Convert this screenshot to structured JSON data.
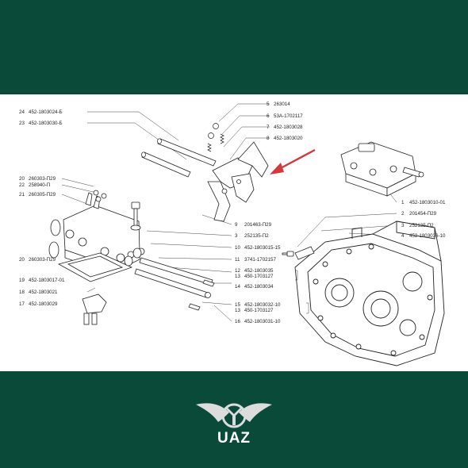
{
  "brand": {
    "name": "UAZ"
  },
  "colors": {
    "band": "#0a4a39",
    "panel": "#ffffff",
    "arrow": "#d6373a",
    "ink": "#222222"
  },
  "parts_left": [
    {
      "num": "24",
      "code": "452-1803024-Б"
    },
    {
      "num": "23",
      "code": "452-1803030-Б"
    },
    {
      "num": "20",
      "code": "260303-П29"
    },
    {
      "num": "22",
      "code": "258940-П"
    },
    {
      "num": "21",
      "code": "260305-П29"
    },
    {
      "num": "20",
      "code": "260303-П29"
    },
    {
      "num": "19",
      "code": "452-1803017-01"
    },
    {
      "num": "18",
      "code": "452-1803021"
    },
    {
      "num": "17",
      "code": "452-1803029"
    }
  ],
  "parts_center": [
    {
      "num": "5",
      "code": "263014"
    },
    {
      "num": "6",
      "code": "53А-1702117"
    },
    {
      "num": "7",
      "code": "452-1803028"
    },
    {
      "num": "8",
      "code": "452-1803020"
    },
    {
      "num": "9",
      "code": "201463-П29"
    },
    {
      "num": "3",
      "code": "252135-П2"
    },
    {
      "num": "10",
      "code": "452-1803015-15"
    },
    {
      "num": "11",
      "code": "3741-1702157"
    },
    {
      "num": "12",
      "code": "452-1803035"
    },
    {
      "num": "13",
      "code": "450-1703127"
    },
    {
      "num": "14",
      "code": "452-1803034"
    },
    {
      "num": "15",
      "code": "452-1803032-10"
    },
    {
      "num": "13",
      "code": "450-1703127"
    },
    {
      "num": "16",
      "code": "452-1803031-10"
    }
  ],
  "parts_right": [
    {
      "num": "1",
      "code": "452-1803010-01"
    },
    {
      "num": "2",
      "code": "201454-П29"
    },
    {
      "num": "3",
      "code": "252135-П2"
    },
    {
      "num": "4",
      "code": "452-1803036-10"
    }
  ]
}
